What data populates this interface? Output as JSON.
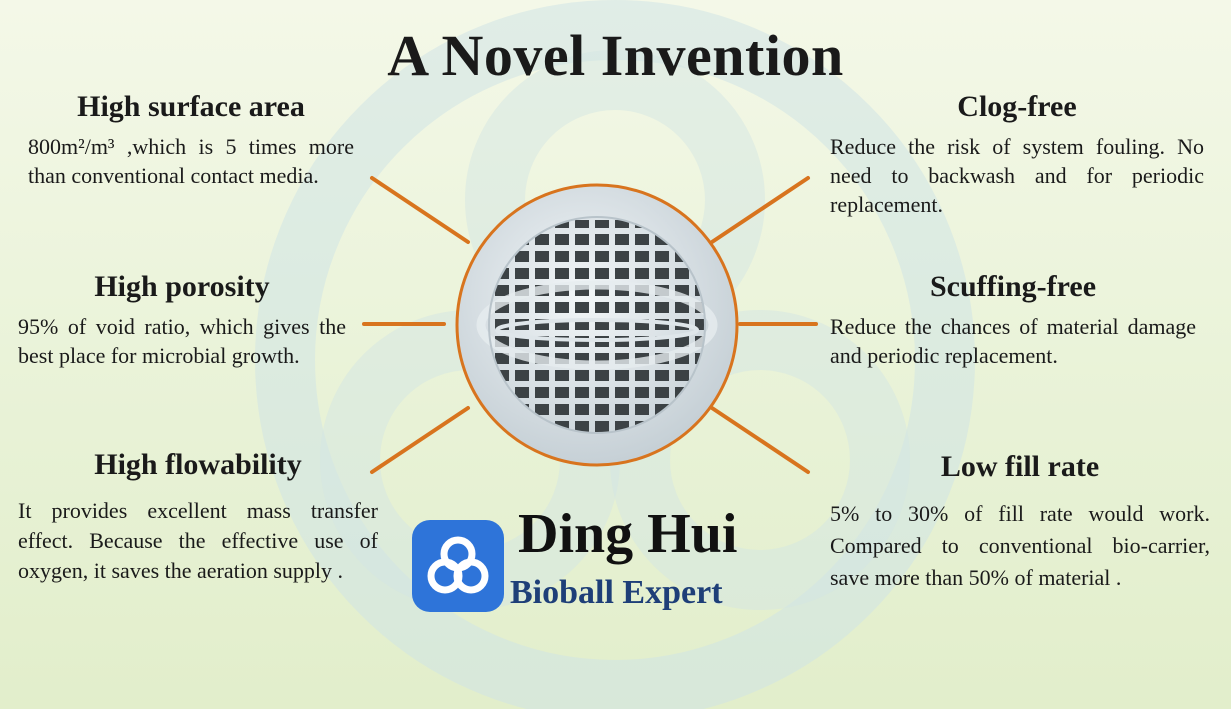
{
  "title": "A Novel Invention",
  "features": {
    "left": [
      {
        "heading": "High surface area",
        "text": "800m²/m³ ,which is 5 times more than conventional contact media."
      },
      {
        "heading": "High porosity",
        "text": "95% of void ratio, which gives the best place for microbial growth."
      },
      {
        "heading": "High flowability",
        "text": "It provides excellent mass transfer effect. Because the effective use of oxygen, it saves the aeration supply ."
      }
    ],
    "right": [
      {
        "heading": "Clog-free",
        "text": "Reduce the risk of system fouling. No need to backwash and for periodic replacement."
      },
      {
        "heading": "Scuffing-free",
        "text": "Reduce the chances of material damage and periodic replacement."
      },
      {
        "heading": "Low fill rate",
        "text": "5% to 30% of fill rate would work. Compared to conventional bio-carrier, save more than 50% of material ."
      }
    ]
  },
  "brand": {
    "name": "Ding Hui",
    "tagline": "Bioball Expert",
    "logo_icon": "three-ring-logo-icon",
    "logo_color": "#2e74d9",
    "tagline_color": "#1e3f78"
  },
  "accent_color": "#d8741e",
  "product_image": "bioball-sphere"
}
